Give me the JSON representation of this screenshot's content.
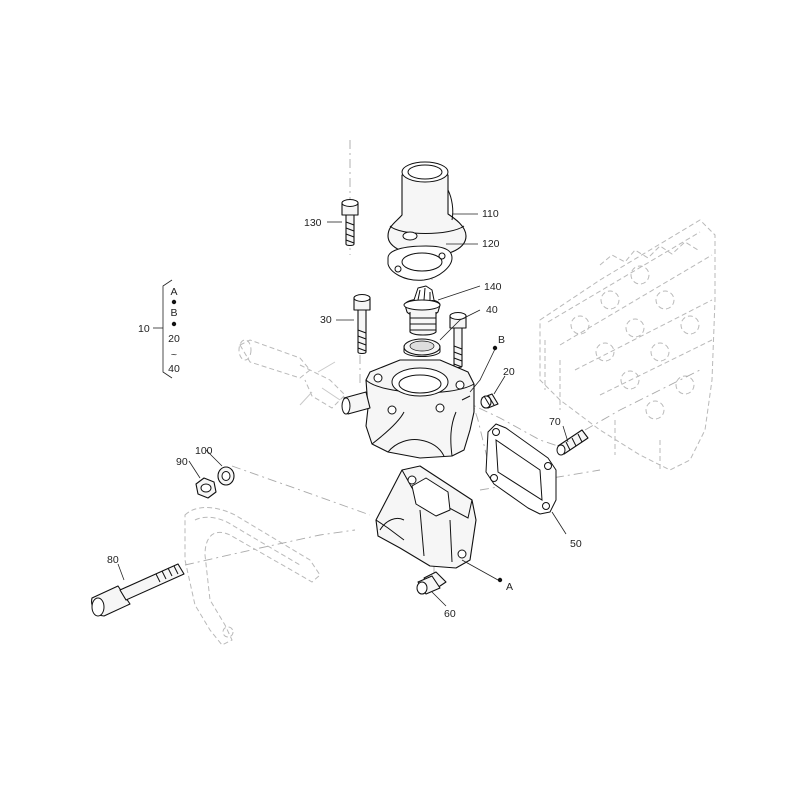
{
  "callouts": {
    "c10": "10",
    "c20": "20",
    "c30": "30",
    "c40": "40",
    "c50": "50",
    "c60": "60",
    "c70": "70",
    "c80": "80",
    "c90": "90",
    "c100": "100",
    "c110": "110",
    "c120": "120",
    "c130": "130",
    "c140": "140",
    "refA": "A",
    "refB": "B"
  },
  "kit_list": {
    "items": [
      "A",
      "B",
      "20",
      "40"
    ],
    "range_symbol": "~"
  }
}
